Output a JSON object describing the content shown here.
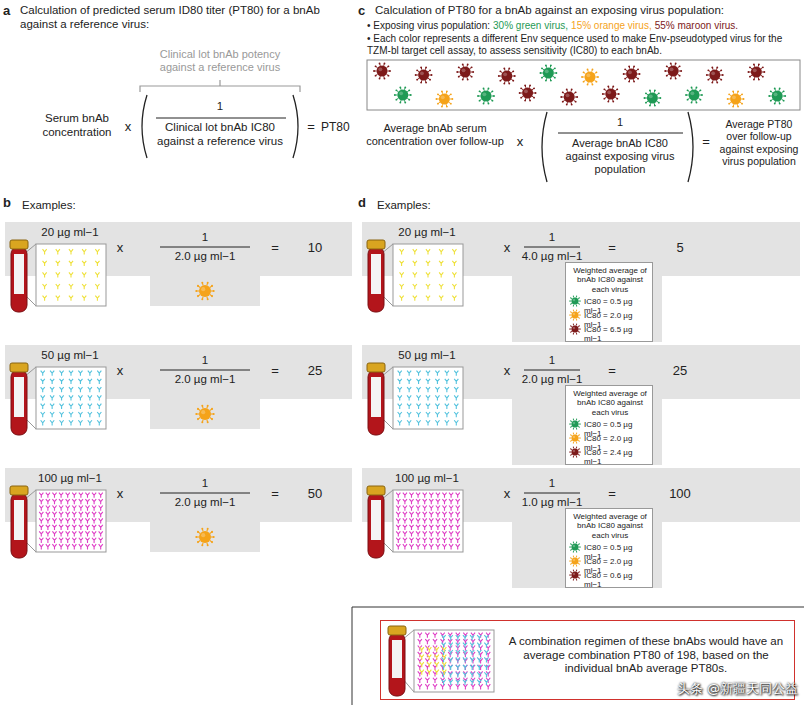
{
  "diagram": {
    "nodes": [
      {
        "text": [
          "20 µg ml−1",
          "x",
          "1",
          "2.0 µg ml−1",
          "=",
          "10"
        ]
      },
      {
        "text": [
          "50 µg ml−1",
          "x",
          "1",
          "2.0 µg ml−1",
          "=",
          "25"
        ]
      },
      {
        "text": [
          "100 µg ml−1",
          "x",
          "1",
          "2.0 µg ml−1",
          "=",
          "50"
        ]
      },
      {
        "text": [
          "20 µg ml−1",
          "x",
          "1",
          "4.0 µg ml−1",
          "=",
          "5"
        ]
      },
      {
        "text": [
          "Weighted average of bnAb IC80 against each virus",
          "IC80 = 0.5 µg ml−1",
          "IC80 = 2.0 µg ml−1",
          "IC80 = 6.5 µg ml−1"
        ],
        "in": 3
      },
      {
        "text": [
          "50 µg ml−1",
          "x",
          "1",
          "2.0 µg ml−1",
          "=",
          "25"
        ]
      },
      {
        "text": [
          "Weighted average of bnAb IC80 against each virus",
          "IC80 = 0.5 µg ml−1",
          "IC80 = 2.0 µg ml−1",
          "IC80 = 2.4 µg ml−1"
        ],
        "in": 5
      },
      {
        "text": [
          "100 µg ml−1",
          "x",
          "1",
          "1.0 µg ml−1",
          "=",
          "100"
        ]
      },
      {
        "text": [
          "Weighted average of bnAb IC80 against each virus",
          "IC80 = 0.5 µg ml−1",
          "IC80 = 2.0 µg ml−1",
          "IC80 = 0.6 µg ml−1"
        ],
        "in": 7
      },
      {
        "text": [
          "A combination regimen of these bnAbs would have an average combination PT80 of 198, based on the individual bnAb average PT80s."
        ]
      }
    ],
    "labels": [
      "a",
      "Calculation of predicted serum ID80 titer (PT80) for a bnAb against a reference virus:",
      "Clinical lot bnAb potency against a reference virus",
      "Serum bnAb concentration",
      "x",
      "1",
      "Clinical lot bnAb IC80 against a reference virus",
      "=",
      "PT80",
      "b",
      "Examples:",
      "c",
      "Calculation of PT80 for a bnAb against an exposing virus population:",
      "• Exposing virus population:",
      "30% green virus,",
      "15% orange virus,",
      "55% maroon virus.",
      "• Each color represents a different Env sequence used to make Env-pseudotyped virus for the TZM-bl target cell assay, to assess sensitivity (IC80) to each bnAb.",
      "Average bnAb serum concentration over follow-up",
      "x",
      "1",
      "Average bnAb IC80 against exposing virus population",
      "=",
      "Average PT80 over follow-up against exposing virus population",
      "d",
      "Examples:",
      "头条 @新疆天同公益"
    ]
  }
}
